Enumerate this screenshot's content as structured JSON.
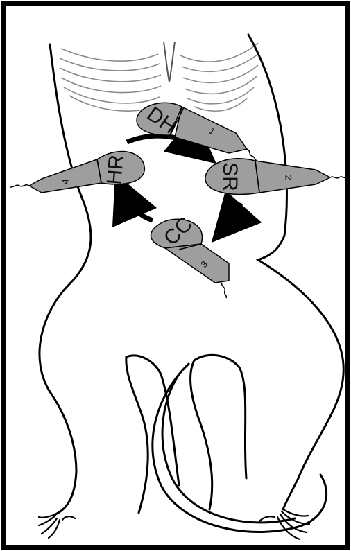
{
  "figure": {
    "stages": [
      {
        "label": "DH",
        "number": "1"
      },
      {
        "label": "SR",
        "number": "2"
      },
      {
        "label": "CC",
        "number": "3"
      },
      {
        "label": "HR",
        "number": "4"
      }
    ],
    "colors": {
      "outline": "#000000",
      "fill_gray": "#9e9e9e",
      "ribs": "#8a8a8a",
      "background": "#ffffff"
    }
  }
}
